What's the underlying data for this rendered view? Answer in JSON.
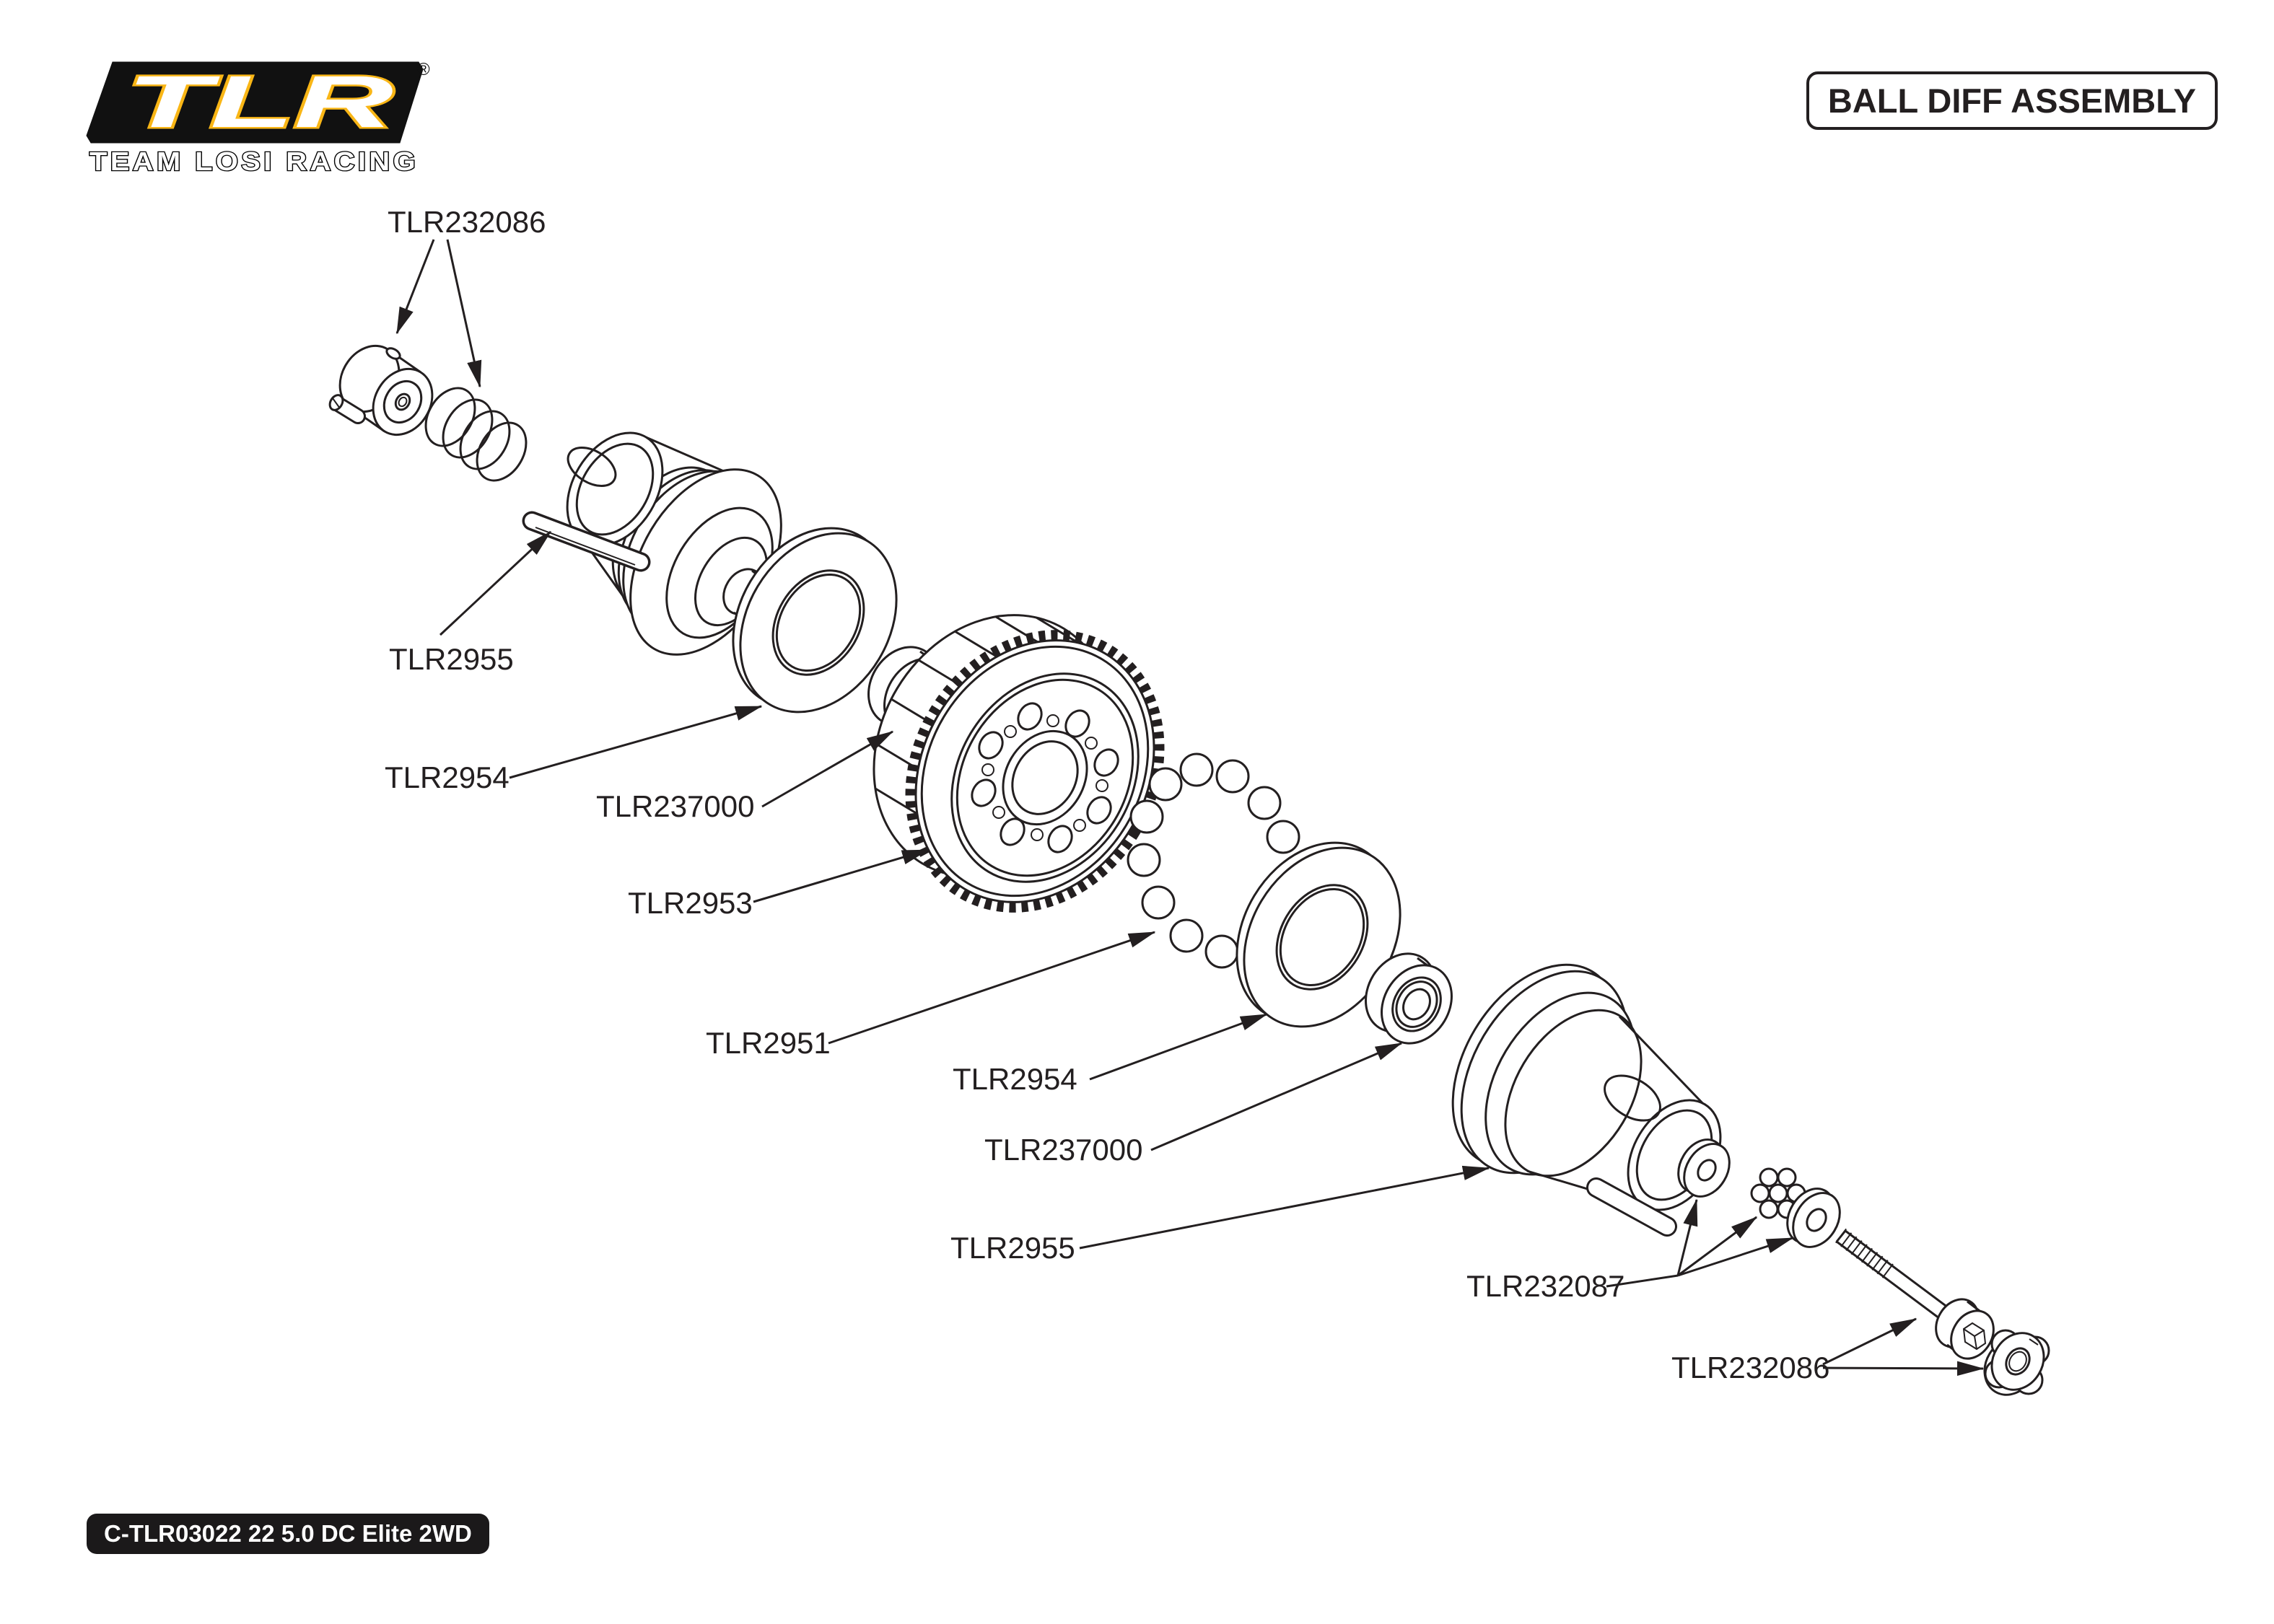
{
  "header": {
    "logo": {
      "brand": "TLR",
      "registered": "®",
      "tagline": "TEAM LOSI RACING"
    },
    "title": "BALL DIFF ASSEMBLY"
  },
  "footer": {
    "model_code": "C-TLR03022 22 5.0 DC Elite 2WD"
  },
  "colors": {
    "line": "#231F20",
    "brand_yellow": "#F9B616",
    "box_black": "#1B191A"
  },
  "callouts": [
    {
      "id": "diff-nut-and-spring",
      "label": "TLR232086"
    },
    {
      "id": "outdrive-left",
      "label": "TLR2955"
    },
    {
      "id": "drive-ring-left",
      "label": "TLR2954"
    },
    {
      "id": "bearing-left",
      "label": "TLR237000"
    },
    {
      "id": "diff-gear",
      "label": "TLR2953"
    },
    {
      "id": "diff-balls",
      "label": "TLR2951"
    },
    {
      "id": "drive-ring-right",
      "label": "TLR2954"
    },
    {
      "id": "bearing-right",
      "label": "TLR237000"
    },
    {
      "id": "outdrive-right",
      "label": "TLR2955"
    },
    {
      "id": "thrust-assembly",
      "label": "TLR232087"
    },
    {
      "id": "screw-and-nut",
      "label": "TLR232086"
    }
  ]
}
